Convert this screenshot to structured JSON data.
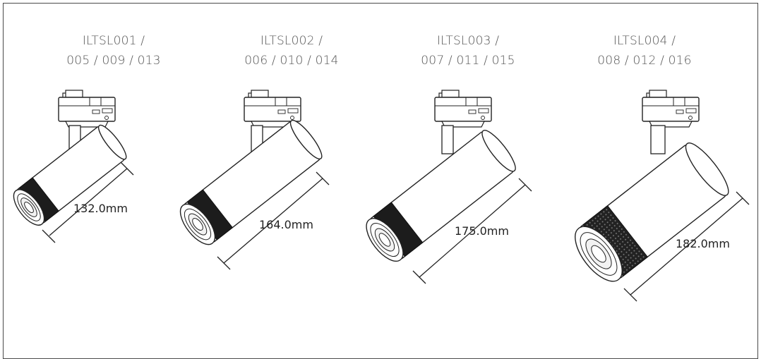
{
  "products": [
    {
      "code_line1": "ILTSL001 /",
      "code_line2": "005 / 009 / 013",
      "length": "132.0mm"
    },
    {
      "code_line1": "ILTSL002 /",
      "code_line2": "006 / 010 / 014",
      "length": "164.0mm"
    },
    {
      "code_line1": "ILTSL003 /",
      "code_line2": "007 / 011 / 015",
      "length": "175.0mm"
    },
    {
      "code_line1": "ILTSL004 /",
      "code_line2": "008 / 012 / 016",
      "length": "182.0mm"
    }
  ]
}
